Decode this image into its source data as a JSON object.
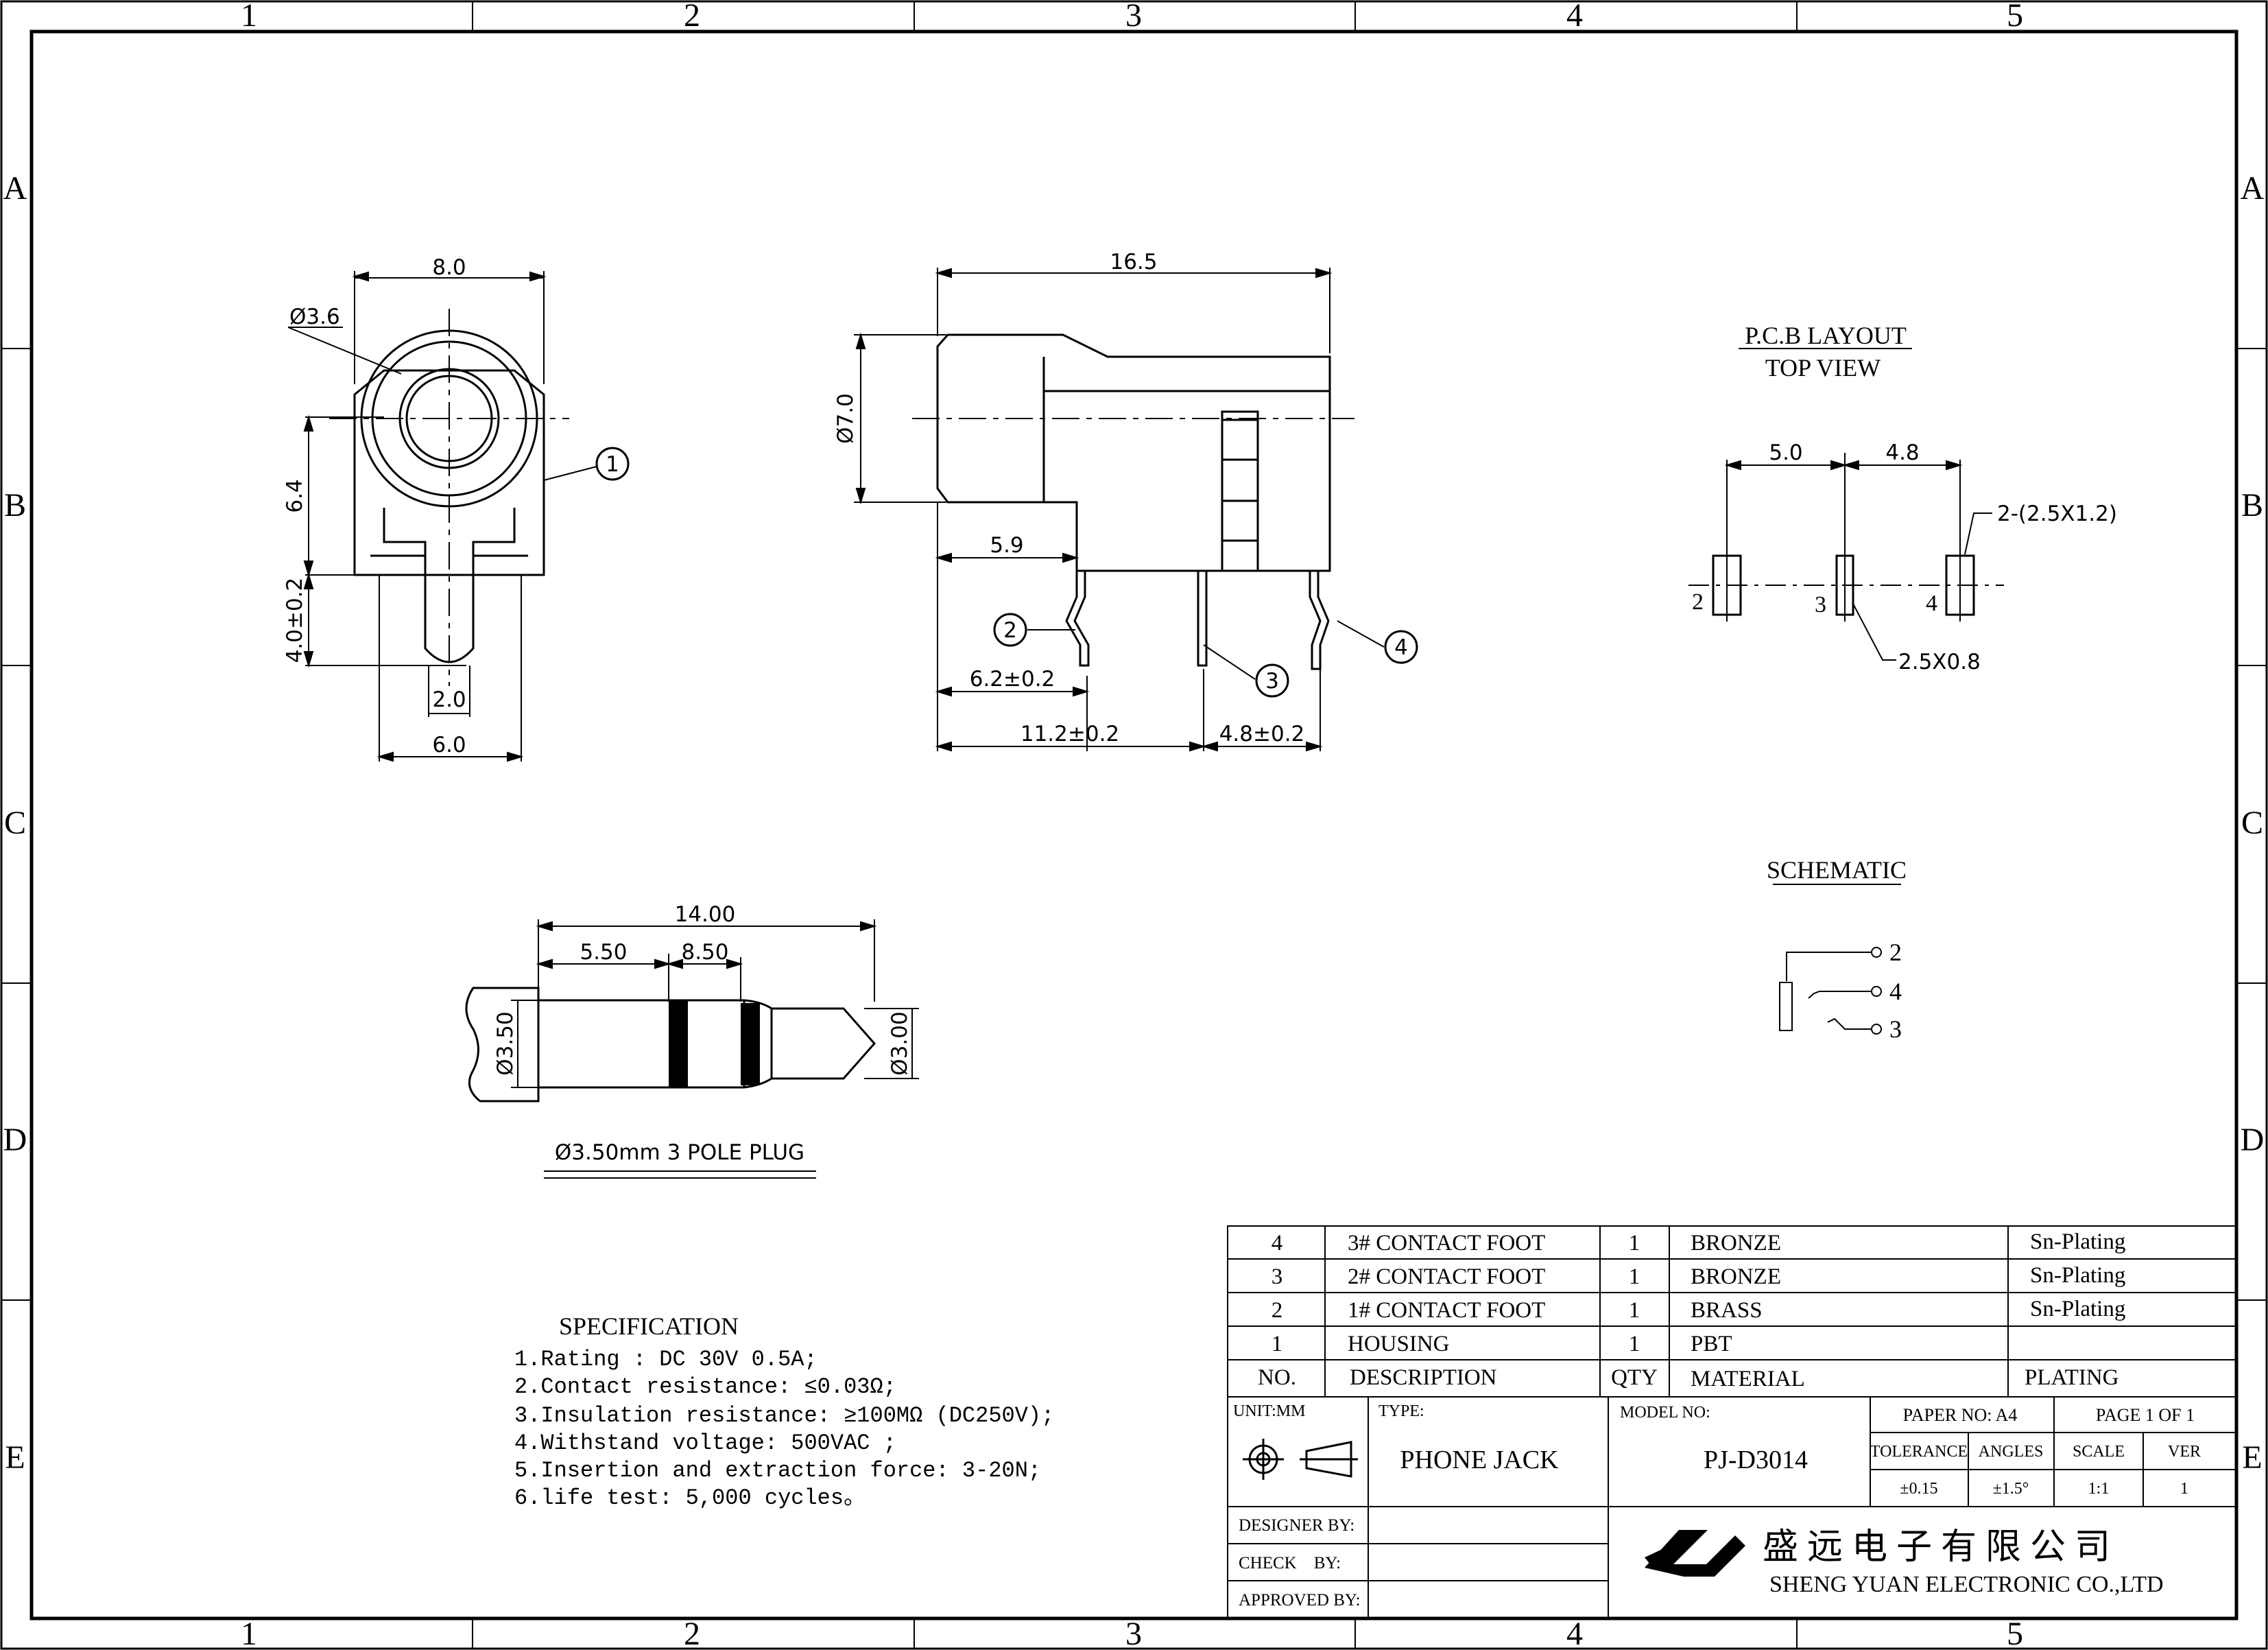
{
  "frame": {
    "columns": [
      "1",
      "2",
      "3",
      "4",
      "5"
    ],
    "rows": [
      "A",
      "B",
      "C",
      "D",
      "E"
    ]
  },
  "front_view": {
    "dims": {
      "width": "8.0",
      "hole": "Ø3.6",
      "height": "6.4",
      "pin_length": "4.0±0.2",
      "pin_width": "2.0",
      "base_width": "6.0"
    },
    "callout": "1"
  },
  "side_view": {
    "dims": {
      "length": "16.5",
      "diameter": "Ø7.0",
      "offset": "5.9",
      "pin2": "6.2±0.2",
      "pin_span": "11.2±0.2",
      "pin_gap": "4.8±0.2"
    },
    "callouts": [
      "2",
      "3",
      "4"
    ]
  },
  "pcb_layout": {
    "title": "P.C.B LAYOUT",
    "subtitle": "TOP VIEW",
    "dims": {
      "left": "5.0",
      "right": "4.8",
      "pads": "2-(2.5X1.2)",
      "pad": "2.5X0.8"
    },
    "pad_labels": [
      "2",
      "3",
      "4"
    ]
  },
  "schematic": {
    "title": "SCHEMATIC",
    "pins": [
      "2",
      "4",
      "3"
    ]
  },
  "plug": {
    "dims": {
      "total": "14.00",
      "a": "5.50",
      "b": "8.50",
      "body_dia": "Ø3.50",
      "tip_dia": "Ø3.00"
    },
    "caption": "Ø3.50mm 3 POLE PLUG"
  },
  "specification": {
    "title": "SPECIFICATION",
    "lines": [
      "1.Rating : DC 30V 0.5A;",
      "2.Contact resistance: ≤0.03Ω;",
      "3.Insulation resistance: ≥100MΩ (DC250V);",
      "4.Withstand voltage: 500VAC ;",
      "5.Insertion and extraction force: 3-20N;",
      "6.life test: 5,000 cycles。"
    ]
  },
  "bom": {
    "header": {
      "no": "NO.",
      "description": "DESCRIPTION",
      "qty": "QTY",
      "material": "MATERIAL",
      "plating": "PLATING"
    },
    "rows": [
      {
        "no": "4",
        "description": "3# CONTACT FOOT",
        "qty": "1",
        "material": "BRONZE",
        "plating": "Sn-Plating"
      },
      {
        "no": "3",
        "description": "2# CONTACT FOOT",
        "qty": "1",
        "material": "BRONZE",
        "plating": "Sn-Plating"
      },
      {
        "no": "2",
        "description": "1# CONTACT FOOT",
        "qty": "1",
        "material": "BRASS",
        "plating": "Sn-Plating"
      },
      {
        "no": "1",
        "description": "HOUSING",
        "qty": "1",
        "material": "PBT",
        "plating": ""
      }
    ]
  },
  "title_block": {
    "unit_label": "UNIT:MM",
    "type_label": "TYPE:",
    "type_value": "PHONE JACK",
    "model_label": "MODEL NO:",
    "model_value": "PJ-D3014",
    "paper_no": "PAPER NO: A4",
    "page": "PAGE 1 OF 1",
    "tolerance_label": "TOLERANCE",
    "angles_label": "ANGLES",
    "scale_label": "SCALE",
    "ver_label": "VER",
    "tolerance_value": "±0.15",
    "angles_value": "±1.5°",
    "scale_value": "1:1",
    "ver_value": "1",
    "designer": "DESIGNER BY:",
    "check": "CHECK    BY:",
    "approved": "APPROVED BY:",
    "company_cn": "盛 远 电 子 有 限 公 司",
    "company_en": "SHENG YUAN ELECTRONIC CO.,LTD"
  }
}
